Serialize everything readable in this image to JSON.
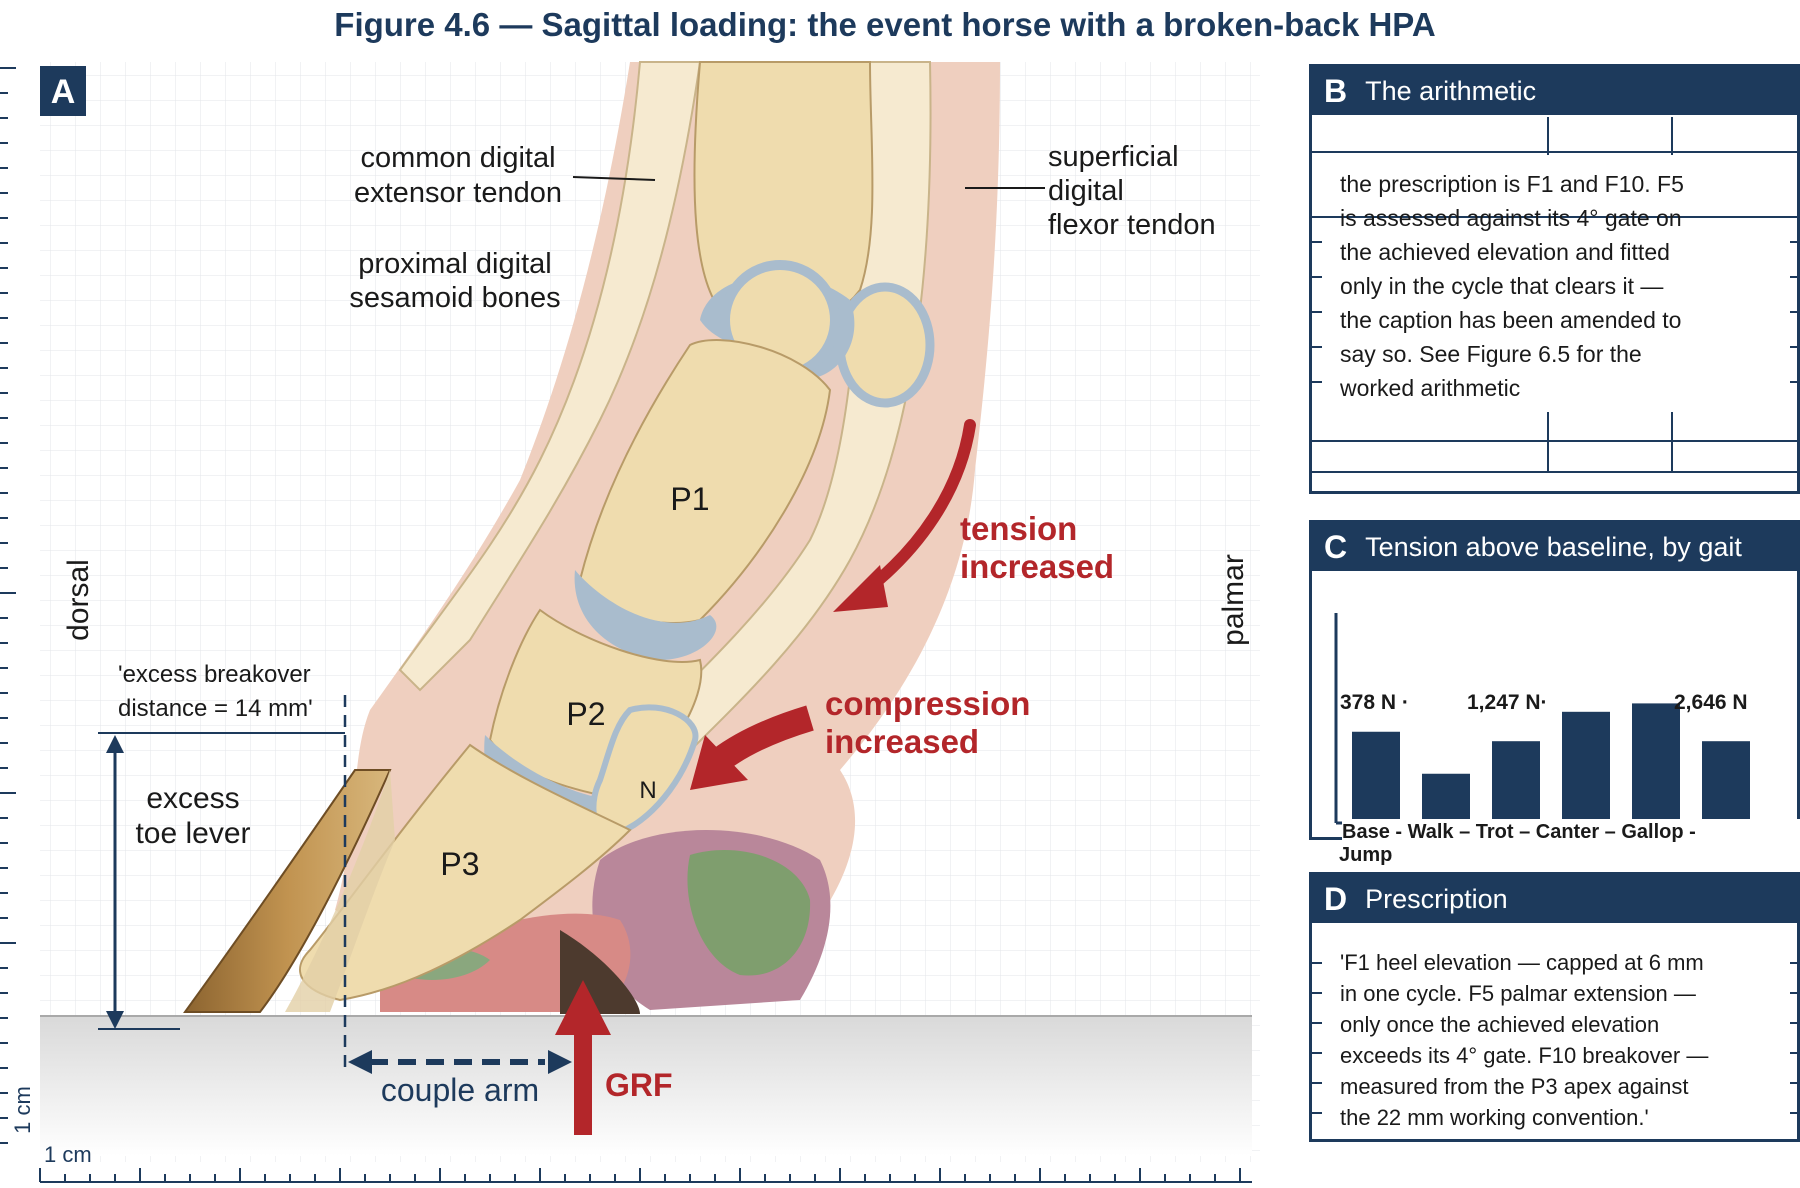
{
  "title": "Figure 4.6 — Sagittal loading: the event horse with a broken-back HPA",
  "panel_a": {
    "letter": "A",
    "labels": {
      "common_extensor": [
        "common digital",
        "extensor tendon"
      ],
      "sesamoid": [
        "proximal digital",
        "sesamoid bones"
      ],
      "superficial_flexor": [
        "superficial",
        "digital",
        "flexor tendon"
      ],
      "p1": "P1",
      "p2": "P2",
      "p3": "P3",
      "n": "N",
      "tension": [
        "tension",
        "increased"
      ],
      "compression": [
        "compression",
        "increased"
      ],
      "dorsal": "dorsal",
      "palmar": "palmar",
      "breakover_note": [
        "'excess breakover",
        "distance = 14 mm'"
      ],
      "toe_lever": [
        "excess",
        "toe lever"
      ],
      "couple_arm": "couple arm",
      "grf": "GRF",
      "scale_bottom": "1 cm",
      "scale_left": "1 cm"
    },
    "colors": {
      "navy": "#1d3a5c",
      "red": "#b3262a",
      "bone": "#efdcae",
      "cartilage": "#a9bccd",
      "tendon": "#f3e4c6",
      "skin": "#efcfbf"
    }
  },
  "panel_b": {
    "letter": "B",
    "title": "The arithmetic",
    "lines": [
      "the prescription is F1 and F10. F5",
      "is assessed against its 4° gate on",
      "the achieved elevation and fitted",
      "only in the cycle that clears it —",
      "the caption has been amended to",
      "say so. See Figure 6.5 for the",
      "worked arithmetic"
    ]
  },
  "panel_c": {
    "letter": "C",
    "title": "Tension above baseline, by gait",
    "annotations": [
      "378 N ·",
      "1,247 N·",
      "2,646 N"
    ],
    "axis_labels": [
      "Base - Walk – Trot – Canter – Gallop -",
      "Jump"
    ]
  },
  "chart_data": {
    "type": "bar",
    "title": "Tension above baseline, by gait",
    "categories": [
      "Base",
      "Walk",
      "Trot",
      "Canter",
      "Gallop",
      "Jump"
    ],
    "values": [
      0.85,
      0.45,
      0.76,
      1.04,
      1.12,
      0.76
    ],
    "ylim": [
      0,
      2.0
    ],
    "printed_values": [
      "378 N",
      "1,247 N",
      "2,646 N"
    ],
    "bar_color": "#1d3a5c",
    "grid": false,
    "legend": "none"
  },
  "panel_d": {
    "letter": "D",
    "title": "Prescription",
    "lines": [
      "'F1 heel elevation — capped at 6 mm",
      "in one cycle. F5 palmar extension —",
      "only once the achieved elevation",
      "exceeds its 4° gate. F10 breakover —",
      "measured from the P3 apex against",
      "the 22 mm working convention.'"
    ]
  }
}
